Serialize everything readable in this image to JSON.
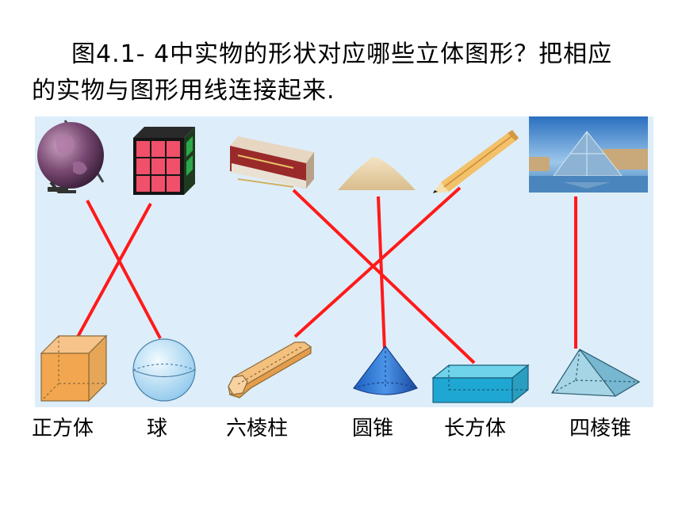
{
  "question": {
    "line1": "图4.1- 4中实物的形状对应哪些立体图形？把相应",
    "line2": "的实物与图形用线连接起来."
  },
  "objects": [
    "globe-image",
    "rubiks-cube-image",
    "book-image",
    "sand-pile-image",
    "pencil-image",
    "louvre-pyramid-image"
  ],
  "shapes": [
    {
      "label": "正方体"
    },
    {
      "label": "球"
    },
    {
      "label": "六棱柱"
    },
    {
      "label": "圆锥"
    },
    {
      "label": "长方体"
    },
    {
      "label": "四棱锥"
    }
  ],
  "colors": {
    "panel": "#ddeefa",
    "line": "#ff1a1a"
  }
}
